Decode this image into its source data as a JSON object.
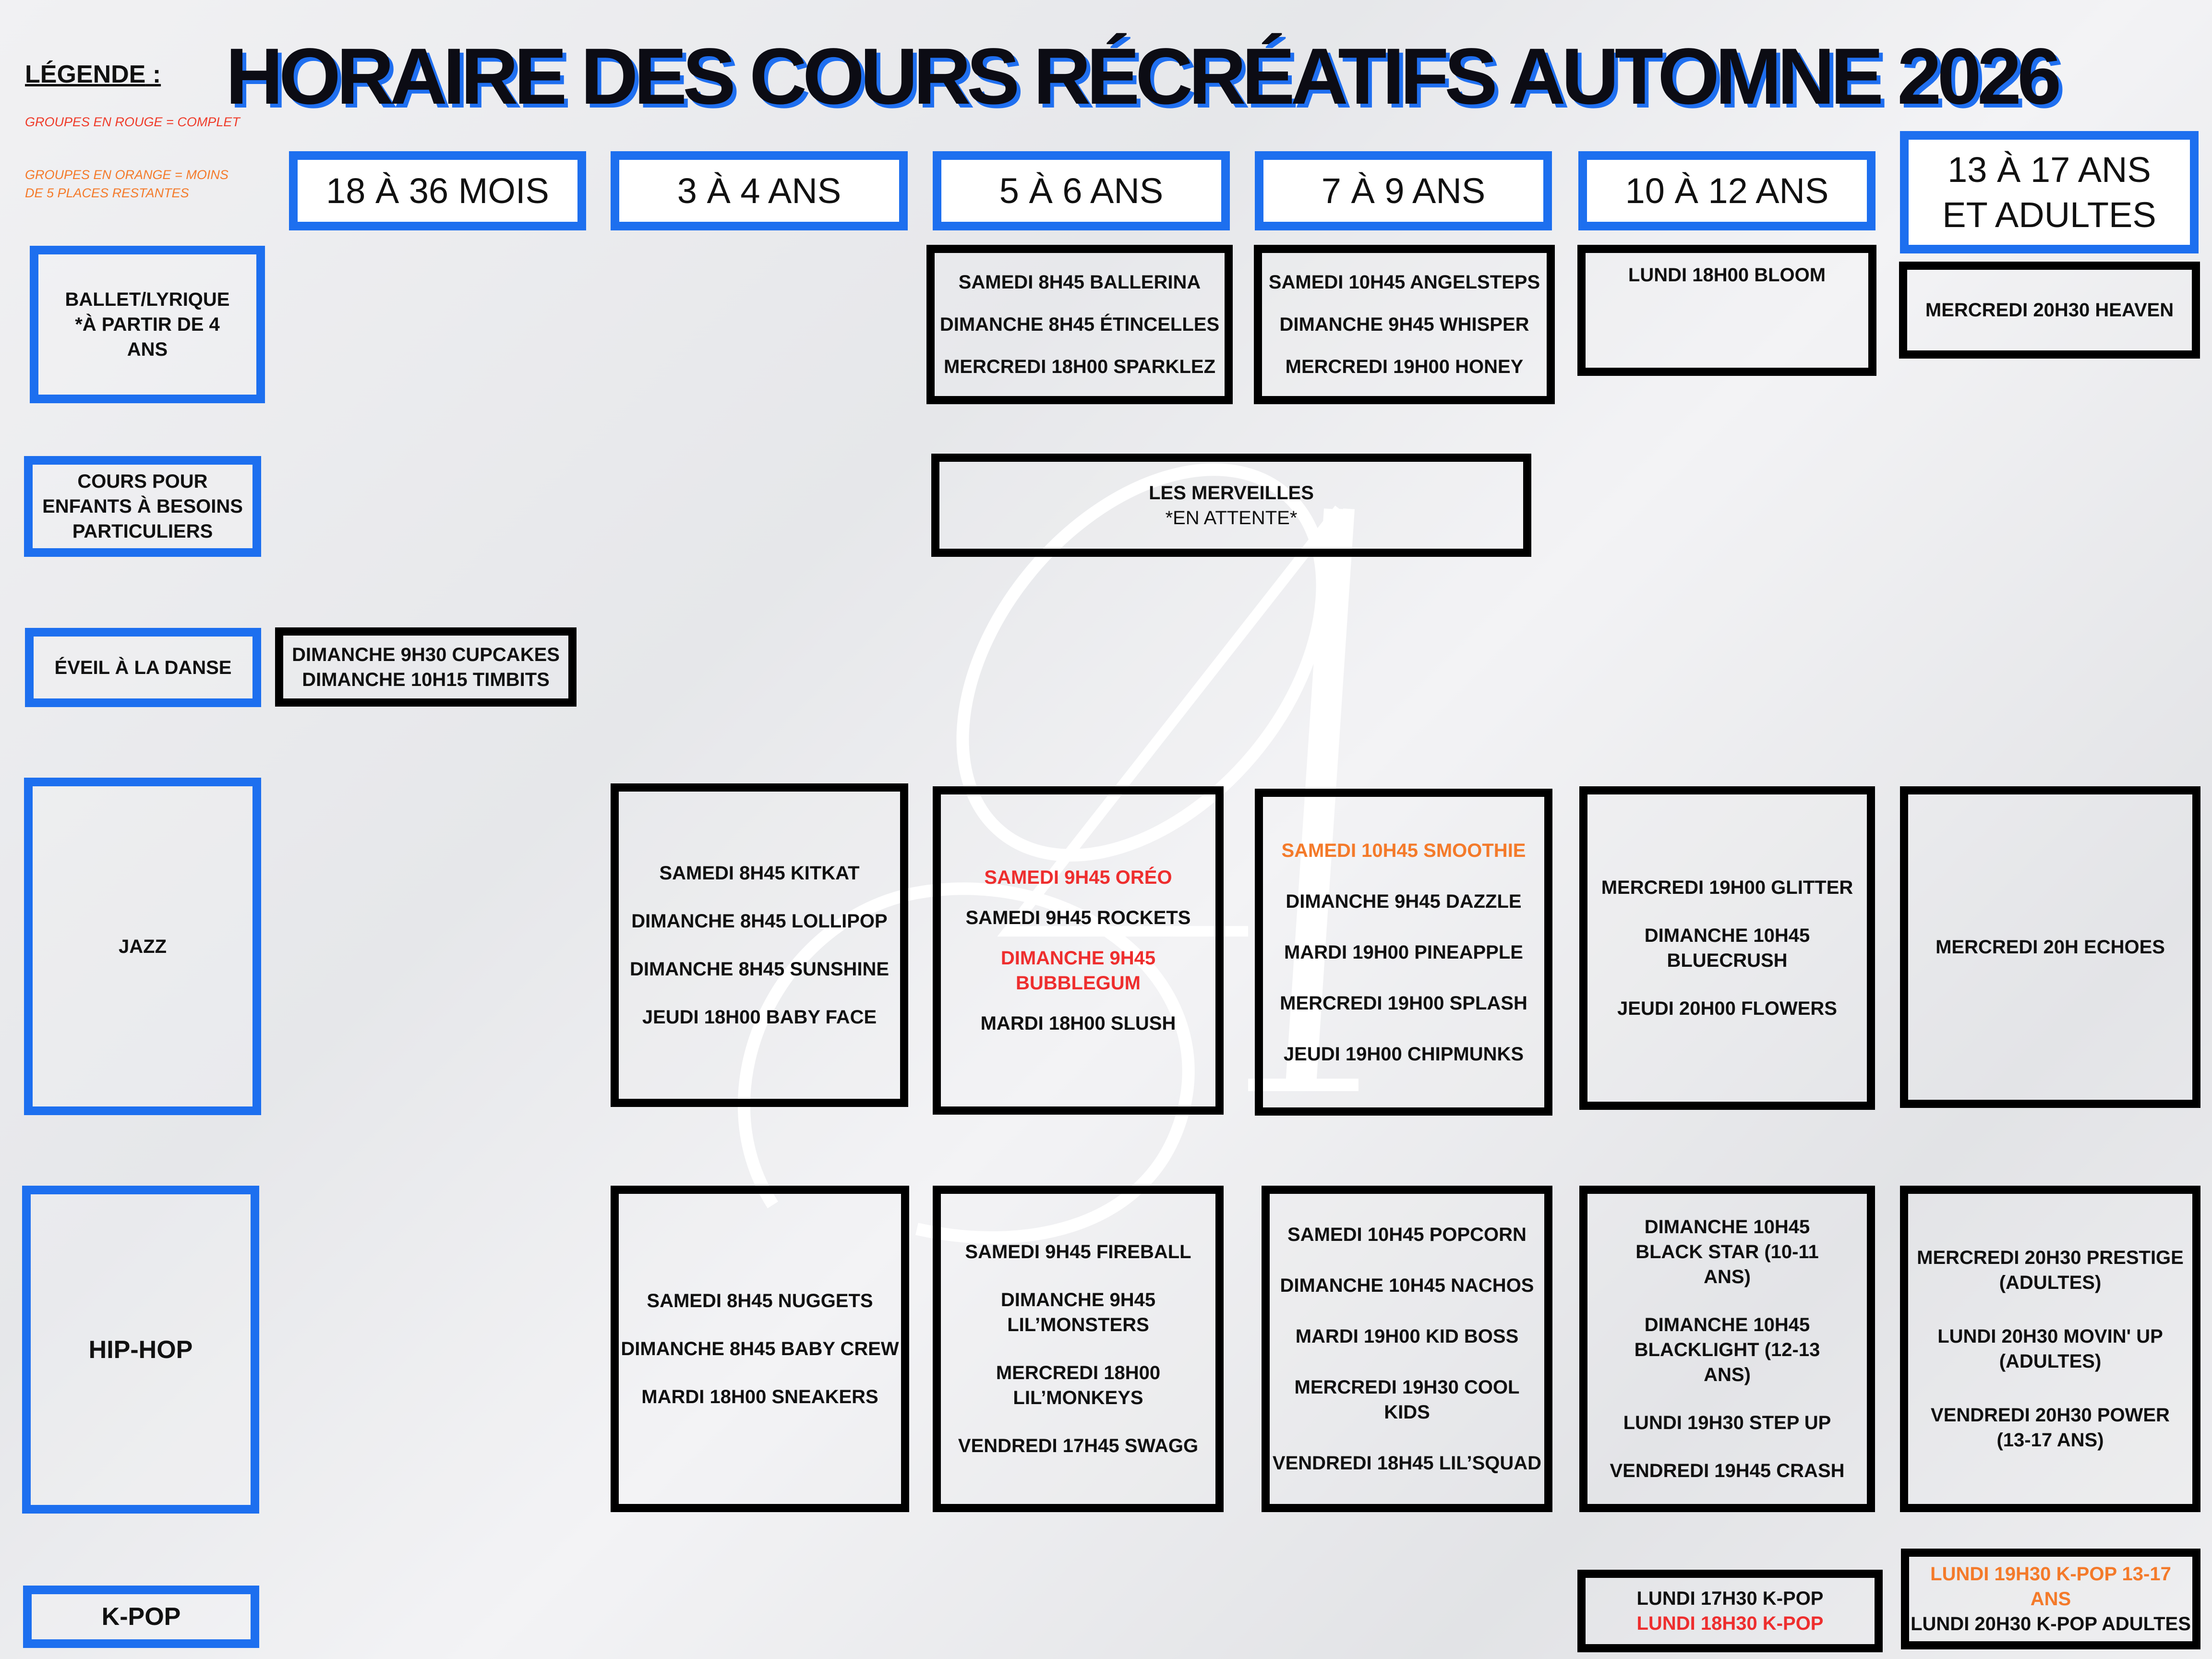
{
  "title": "HORAIRE DES COURS RÉCRÉATIFS AUTOMNE 2026",
  "legend": {
    "label": "LÉGENDE",
    "colon": " :",
    "red_note": "GROUPES EN ROUGE = COMPLET",
    "orange_note": "GROUPES EN ORANGE = MOINS DE 5 PLACES RESTANTES"
  },
  "colors": {
    "accent": "#1d6fef",
    "full": "#ee2e2e",
    "almost_full": "#f47a2a"
  },
  "age_groups": [
    "18 À 36 MOIS",
    "3 À 4 ANS",
    "5 À 6 ANS",
    "7 À 9 ANS",
    "10 À 12 ANS",
    "13 À 17 ANS ET ADULTES"
  ],
  "categories": {
    "ballet": "BALLET/LYRIQUE *À PARTIR DE 4 ANS",
    "special": "COURS POUR ENFANTS À BESOINS PARTICULIERS",
    "eveil": "ÉVEIL À LA DANSE",
    "jazz": "JAZZ",
    "hiphop": "HIP-HOP",
    "kpop": "K-POP"
  },
  "ballet": {
    "ages_5_6": [
      {
        "text": "SAMEDI 8H45 BALLERINA",
        "status": "open"
      },
      {
        "text": "DIMANCHE 8H45 ÉTINCELLES",
        "status": "open"
      },
      {
        "text": "MERCREDI 18H00 SPARKLEZ",
        "status": "open"
      }
    ],
    "ages_7_9": [
      {
        "text": "SAMEDI 10H45 ANGELSTEPS",
        "status": "open"
      },
      {
        "text": "DIMANCHE 9H45 WHISPER",
        "status": "open"
      },
      {
        "text": "MERCREDI 19H00 HONEY",
        "status": "open"
      }
    ],
    "ages_10_12": [
      {
        "text": "LUNDI 18H00 BLOOM",
        "status": "open"
      }
    ],
    "ages_13_adults": [
      {
        "text": "MERCREDI 20H30 HEAVEN",
        "status": "open"
      }
    ]
  },
  "special": {
    "ages_5_9": [
      {
        "text": "LES MERVEILLES",
        "status": "open"
      },
      {
        "text": "*EN ATTENTE*",
        "status": "open"
      }
    ]
  },
  "eveil": {
    "ages_18_36m": [
      {
        "text": "DIMANCHE 9H30 CUPCAKES",
        "status": "open"
      },
      {
        "text": "DIMANCHE 10H15 TIMBITS",
        "status": "open"
      }
    ]
  },
  "jazz": {
    "ages_3_4": [
      {
        "text": "SAMEDI 8H45 KITKAT",
        "status": "open"
      },
      {
        "text": "DIMANCHE 8H45 LOLLIPOP",
        "status": "open"
      },
      {
        "text": "DIMANCHE 8H45 SUNSHINE",
        "status": "open"
      },
      {
        "text": "JEUDI 18H00 BABY FACE",
        "status": "open"
      }
    ],
    "ages_5_6": [
      {
        "text": "SAMEDI 9H45 ORÉO",
        "status": "full"
      },
      {
        "text": "SAMEDI 9H45 ROCKETS",
        "status": "open"
      },
      {
        "text": "DIMANCHE 9H45 BUBBLEGUM",
        "status": "full"
      },
      {
        "text": "MARDI 18H00 SLUSH",
        "status": "open"
      }
    ],
    "ages_7_9": [
      {
        "text": "SAMEDI 10H45 SMOOTHIE",
        "status": "almost_full"
      },
      {
        "text": "DIMANCHE 9H45 DAZZLE",
        "status": "open"
      },
      {
        "text": "MARDI 19H00 PINEAPPLE",
        "status": "open"
      },
      {
        "text": "MERCREDI 19H00 SPLASH",
        "status": "open"
      },
      {
        "text": "JEUDI 19H00 CHIPMUNKS",
        "status": "open"
      }
    ],
    "ages_10_12": [
      {
        "text": "MERCREDI 19H00 GLITTER",
        "status": "open"
      },
      {
        "text": "DIMANCHE 10H45 BLUECRUSH",
        "status": "open"
      },
      {
        "text": "JEUDI 20H00 FLOWERS",
        "status": "open"
      }
    ],
    "ages_13_adults": [
      {
        "text": "MERCREDI 20H ECHOES",
        "status": "open"
      }
    ]
  },
  "hiphop": {
    "ages_3_4": [
      {
        "text": "SAMEDI 8H45 NUGGETS",
        "status": "open"
      },
      {
        "text": "DIMANCHE 8H45 BABY CREW",
        "status": "open"
      },
      {
        "text": "MARDI 18H00 SNEAKERS",
        "status": "open"
      }
    ],
    "ages_5_6": [
      {
        "text": "SAMEDI 9H45 FIREBALL",
        "status": "open"
      },
      {
        "text": "DIMANCHE 9H45 LIL’MONSTERS",
        "status": "open"
      },
      {
        "text": "MERCREDI 18H00 LIL’MONKEYS",
        "status": "open"
      },
      {
        "text": "VENDREDI 17H45 SWAGG",
        "status": "open"
      }
    ],
    "ages_7_9": [
      {
        "text": "SAMEDI 10H45 POPCORN",
        "status": "open"
      },
      {
        "text": "DIMANCHE 10H45 NACHOS",
        "status": "open"
      },
      {
        "text": "MARDI 19H00 KID BOSS",
        "status": "open"
      },
      {
        "text": "MERCREDI 19H30 COOL KIDS",
        "status": "open"
      },
      {
        "text": "VENDREDI 18H45 LIL’SQUAD",
        "status": "open"
      }
    ],
    "ages_10_12": [
      {
        "text": "DIMANCHE 10H45 BLACK STAR (10-11 ANS)",
        "status": "open"
      },
      {
        "text": "DIMANCHE 10H45 BLACKLIGHT (12-13 ANS)",
        "status": "open"
      },
      {
        "text": "LUNDI 19H30 STEP UP",
        "status": "open"
      },
      {
        "text": "VENDREDI 19H45 CRASH",
        "status": "open"
      }
    ],
    "ages_13_adults": [
      {
        "text": "MERCREDI 20H30 PRESTIGE (ADULTES)",
        "status": "open"
      },
      {
        "text": "LUNDI 20H30 MOVIN' UP (ADULTES)",
        "status": "open"
      },
      {
        "text": "VENDREDI 20H30 POWER (13-17 ANS)",
        "status": "open"
      }
    ]
  },
  "kpop": {
    "ages_10_12": [
      {
        "text": "LUNDI 17H30 K-POP",
        "status": "open"
      },
      {
        "text": "LUNDI 18H30 K-POP",
        "status": "full"
      }
    ],
    "ages_13_adults": [
      {
        "text": "LUNDI 19H30 K-POP 13-17 ANS",
        "status": "almost_full"
      },
      {
        "text": "LUNDI 20H30 K-POP ADULTES",
        "status": "open"
      }
    ]
  }
}
